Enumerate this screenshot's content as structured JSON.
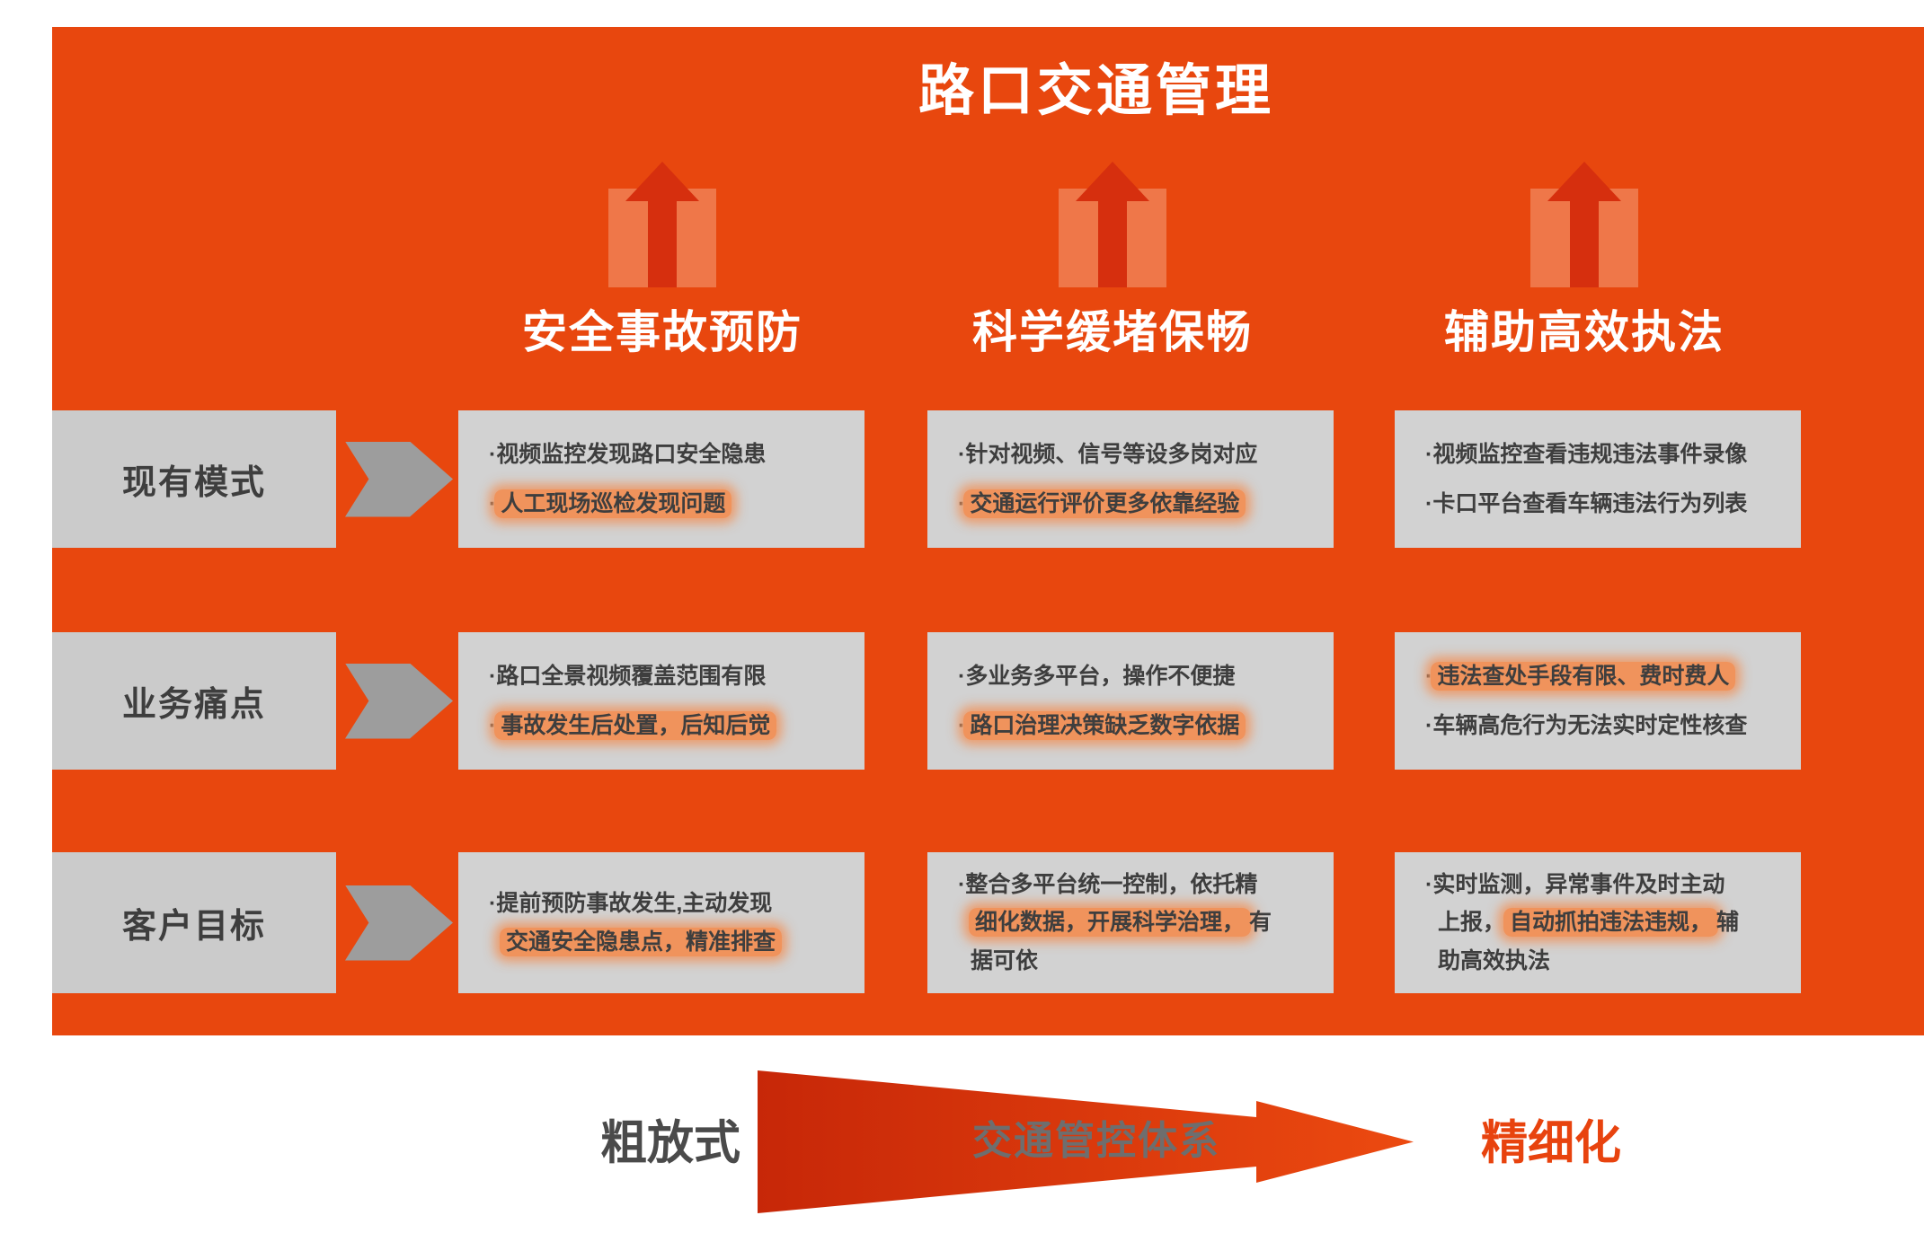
{
  "title": "路口交通管理",
  "columns": [
    {
      "header": "安全事故预防"
    },
    {
      "header": "科学缓堵保畅"
    },
    {
      "header": "辅助高效执法"
    }
  ],
  "rows": [
    {
      "label": "现有模式",
      "cells": [
        {
          "lines": [
            {
              "pre": "·视频监控发现路口安全隐患",
              "hl": "",
              "post": ""
            },
            {
              "pre": "·",
              "hl": "人工现场巡检发现问题",
              "post": ""
            }
          ]
        },
        {
          "lines": [
            {
              "pre": "·针对视频、信号等设多岗对应",
              "hl": "",
              "post": ""
            },
            {
              "pre": "·",
              "hl": "交通运行评价更多依靠经验",
              "post": ""
            }
          ]
        },
        {
          "lines": [
            {
              "pre": "·视频监控查看违规违法事件录像",
              "hl": "",
              "post": ""
            },
            {
              "pre": "·卡口平台查看车辆违法行为列表",
              "hl": "",
              "post": ""
            }
          ]
        }
      ]
    },
    {
      "label": "业务痛点",
      "cells": [
        {
          "lines": [
            {
              "pre": "·路口全景视频覆盖范围有限",
              "hl": "",
              "post": ""
            },
            {
              "pre": "·",
              "hl": "事故发生后处置，后知后觉",
              "post": ""
            }
          ]
        },
        {
          "lines": [
            {
              "pre": "·多业务多平台，操作不便捷",
              "hl": "",
              "post": ""
            },
            {
              "pre": "·",
              "hl": "路口治理决策缺乏数字依据",
              "post": ""
            }
          ]
        },
        {
          "lines": [
            {
              "pre": "·",
              "hl": "违法查处手段有限、费时费人",
              "post": ""
            },
            {
              "pre": "·车辆高危行为无法实时定性核查",
              "hl": "",
              "post": ""
            }
          ]
        }
      ]
    },
    {
      "label": "客户目标",
      "cells": [
        {
          "lines": [
            {
              "pre": "·提前预防事故发生,主动发现",
              "hl": "",
              "post": ""
            },
            {
              "pre": "",
              "hl": "交通安全隐患点，精准排查",
              "post": ""
            }
          ]
        },
        {
          "lines": [
            {
              "pre": "·整合多平台统一控制，依托精",
              "hl": "",
              "post": ""
            },
            {
              "pre": "",
              "hl": "细化数据，开展科学治理，",
              "post": "有"
            },
            {
              "pre": "据可依",
              "hl": "",
              "post": ""
            }
          ]
        },
        {
          "lines": [
            {
              "pre": "·实时监测，异常事件及时主动",
              "hl": "",
              "post": ""
            },
            {
              "pre": "上报，",
              "hl": "自动抓拍违法违规，",
              "post": "辅"
            },
            {
              "pre": "助高效执法",
              "hl": "",
              "post": ""
            }
          ]
        }
      ]
    }
  ],
  "footer": {
    "left_label": "粗放式",
    "arrow_label": "交通管控体系",
    "right_label": "精细化"
  },
  "colors": {
    "background_orange": "#E8470E",
    "content_box_gray": "#D2D2D2",
    "label_box_gray": "#CBCBCB",
    "row_arrow_gray": "#9D9D9D",
    "highlight_orange": "#F0935C",
    "icon_arrow_red": "#D62F0E",
    "icon_band_red": "#EF7C50",
    "text_dark_gray": "#3E3E3E",
    "footer_red": "#E8430E",
    "title_white": "#FFFFFF"
  }
}
